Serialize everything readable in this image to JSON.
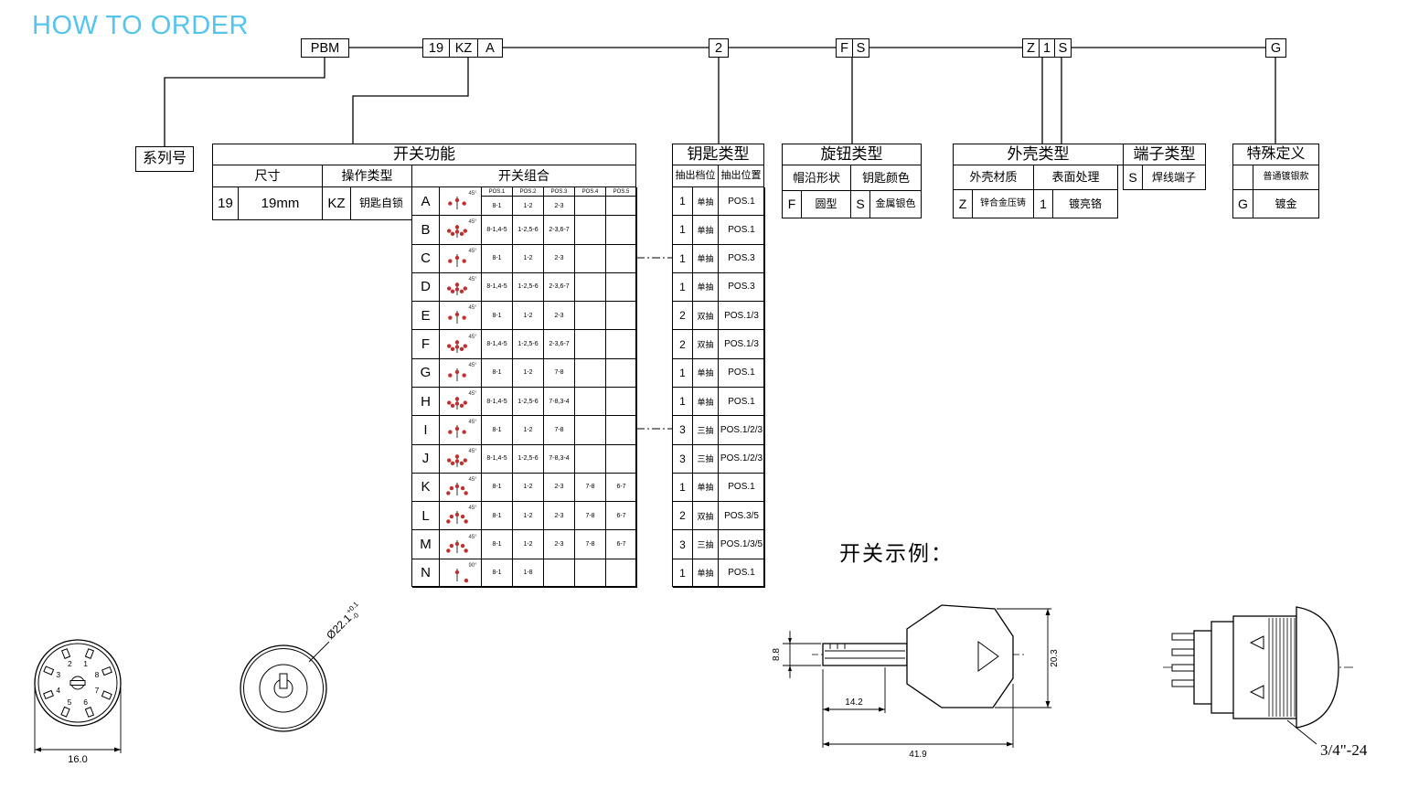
{
  "title": "HOW TO ORDER",
  "code": {
    "series": "PBM",
    "size": "19",
    "operation": "KZ",
    "combo": "A",
    "key_type": "2",
    "knob_shape": "F",
    "knob_color": "S",
    "housing_material": "Z",
    "surface": "1",
    "terminal": "S",
    "special": "G"
  },
  "series_label": "系列号",
  "function_table": {
    "title": "开关功能",
    "size_header": "尺寸",
    "operation_header": "操作类型",
    "combo_header": "开关组合",
    "size_code": "19",
    "size_value": "19mm",
    "operation_code": "KZ",
    "operation_value": "钥匙自锁",
    "pos_headers": [
      "POS.1",
      "POS.2",
      "POS.3",
      "POS.4",
      "POS.5"
    ],
    "rows": [
      {
        "letter": "A",
        "angle": "45°",
        "dots": 3,
        "pos": [
          "8-1",
          "1-2",
          "2-3",
          "",
          ""
        ]
      },
      {
        "letter": "B",
        "angle": "45°",
        "dots": 6,
        "pos": [
          "8-1,4-5",
          "1-2,5-6",
          "2-3,6-7",
          "",
          ""
        ]
      },
      {
        "letter": "C",
        "angle": "45°",
        "dots": 3,
        "pos": [
          "8-1",
          "1-2",
          "2-3",
          "",
          ""
        ]
      },
      {
        "letter": "D",
        "angle": "45°",
        "dots": 6,
        "pos": [
          "8-1,4-5",
          "1-2,5-6",
          "2-3,6-7",
          "",
          ""
        ]
      },
      {
        "letter": "E",
        "angle": "45°",
        "dots": 3,
        "pos": [
          "8-1",
          "1-2",
          "2-3",
          "",
          ""
        ]
      },
      {
        "letter": "F",
        "angle": "45°",
        "dots": 6,
        "pos": [
          "8-1,4-5",
          "1-2,5-6",
          "2-3,6-7",
          "",
          ""
        ]
      },
      {
        "letter": "G",
        "angle": "45°",
        "dots": 3,
        "pos": [
          "8-1",
          "1-2",
          "7-8",
          "",
          ""
        ]
      },
      {
        "letter": "H",
        "angle": "45°",
        "dots": 6,
        "pos": [
          "8-1,4-5",
          "1-2,5-6",
          "7-8,3-4",
          "",
          ""
        ]
      },
      {
        "letter": "I",
        "angle": "45°",
        "dots": 3,
        "pos": [
          "8-1",
          "1-2",
          "7-8",
          "",
          ""
        ]
      },
      {
        "letter": "J",
        "angle": "45°",
        "dots": 6,
        "pos": [
          "8-1,4-5",
          "1-2,5-6",
          "7-8,3-4",
          "",
          ""
        ]
      },
      {
        "letter": "K",
        "angle": "45°",
        "dots": 5,
        "pos": [
          "8-1",
          "1-2",
          "2-3",
          "7-8",
          "6-7"
        ]
      },
      {
        "letter": "L",
        "angle": "45°",
        "dots": 5,
        "pos": [
          "8-1",
          "1-2",
          "2-3",
          "7-8",
          "6-7"
        ]
      },
      {
        "letter": "M",
        "angle": "45°",
        "dots": 5,
        "pos": [
          "8-1",
          "1-2",
          "2-3",
          "7-8",
          "6-7"
        ]
      },
      {
        "letter": "N",
        "angle": "90°",
        "dots": 2,
        "pos": [
          "8-1",
          "1-8",
          "",
          "",
          ""
        ]
      }
    ]
  },
  "key_table": {
    "title": "钥匙类型",
    "gear_header": "抽出档位",
    "pos_header": "抽出位置",
    "rows": [
      {
        "count": "1",
        "mode": "单抽",
        "pos": "POS.1"
      },
      {
        "count": "1",
        "mode": "单抽",
        "pos": "POS.1"
      },
      {
        "count": "1",
        "mode": "单抽",
        "pos": "POS.3"
      },
      {
        "count": "1",
        "mode": "单抽",
        "pos": "POS.3"
      },
      {
        "count": "2",
        "mode": "双抽",
        "pos": "POS.1/3"
      },
      {
        "count": "2",
        "mode": "双抽",
        "pos": "POS.1/3"
      },
      {
        "count": "1",
        "mode": "单抽",
        "pos": "POS.1"
      },
      {
        "count": "1",
        "mode": "单抽",
        "pos": "POS.1"
      },
      {
        "count": "3",
        "mode": "三抽",
        "pos": "POS.1/2/3"
      },
      {
        "count": "3",
        "mode": "三抽",
        "pos": "POS.1/2/3"
      },
      {
        "count": "1",
        "mode": "单抽",
        "pos": "POS.1"
      },
      {
        "count": "2",
        "mode": "双抽",
        "pos": "POS.3/5"
      },
      {
        "count": "3",
        "mode": "三抽",
        "pos": "POS.1/3/5"
      },
      {
        "count": "1",
        "mode": "单抽",
        "pos": "POS.1"
      }
    ]
  },
  "knob_table": {
    "title": "旋钮类型",
    "shape_header": "帽沿形状",
    "color_header": "钥匙颜色",
    "shape_code": "F",
    "shape_value": "圆型",
    "color_code": "S",
    "color_value": "金属银色"
  },
  "housing_table": {
    "title": "外壳类型",
    "material_header": "外壳材质",
    "surface_header": "表面处理",
    "material_code": "Z",
    "material_value": "锌合金压铸",
    "surface_code": "1",
    "surface_value": "镀亮铬"
  },
  "terminal_table": {
    "title": "端子类型",
    "code": "S",
    "value": "焊线端子"
  },
  "special_table": {
    "title": "特殊定义",
    "default_value": "普通镀银款",
    "gold_code": "G",
    "gold_value": "镀金"
  },
  "example_label": "开关示例：",
  "drawings": {
    "front_view": {
      "terminals": [
        "1",
        "2",
        "3",
        "4",
        "5",
        "6",
        "7",
        "8"
      ],
      "width_dim": "16.0"
    },
    "diameter_dim": "Ø22.1",
    "diameter_tol_upper": "+0.1",
    "diameter_tol_lower": "-0",
    "key": {
      "height_dim": "8.8",
      "blade_dim": "14.2",
      "length_dim": "41.9",
      "head_dim": "20.3"
    },
    "thread_dim": "3/4\"-24"
  },
  "colors": {
    "accent": "#55c4ee",
    "dot_red": "#c03030",
    "line": "#000000"
  }
}
